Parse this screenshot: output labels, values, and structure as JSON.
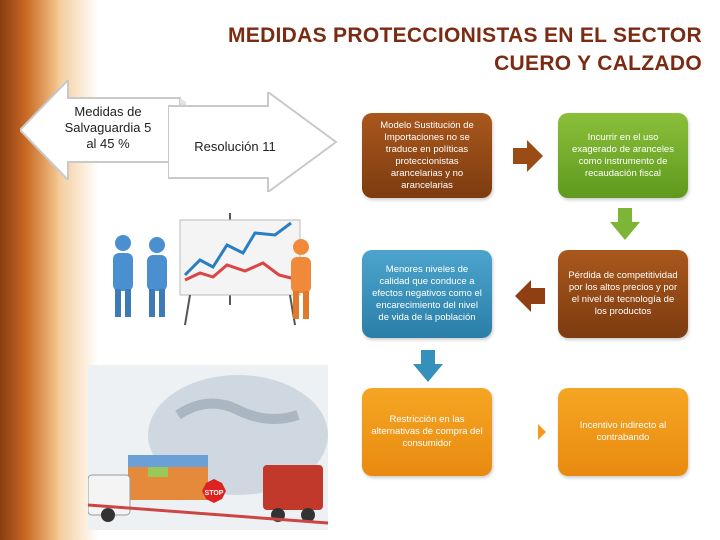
{
  "title": {
    "line1": "MEDIDAS PROTECCIONISTAS EN EL SECTOR",
    "line2": "CUERO Y CALZADO"
  },
  "arrows": {
    "left_label": "Medidas de Salvaguardia 5 al 45 %",
    "right_label": "Resolución 11"
  },
  "boxes": {
    "b1": "Modelo Sustitución de Importaciones no se traduce en políticas proteccionistas arancelarias y no arancelarias",
    "b2": "Incurrir en el uso exagerado de aranceles como instrumento de recaudación fiscal",
    "b3": "Menores niveles de calidad que conduce a efectos negativos como el encarecimiento del nivel de vida de la población",
    "b4": "Pérdida de competitividad por los altos precios y por el nivel de tecnología de los productos",
    "b5": "Restricción en las alternativas de compra del consumidor",
    "b6": "Incentivo indirecto al contrabando"
  },
  "illustration": {
    "stop_sign": "STOP"
  },
  "colors": {
    "title": "#7a2b12",
    "brown": "#8f4716",
    "green": "#74ad2c",
    "teal": "#3591bb",
    "orange": "#f29a1a"
  }
}
